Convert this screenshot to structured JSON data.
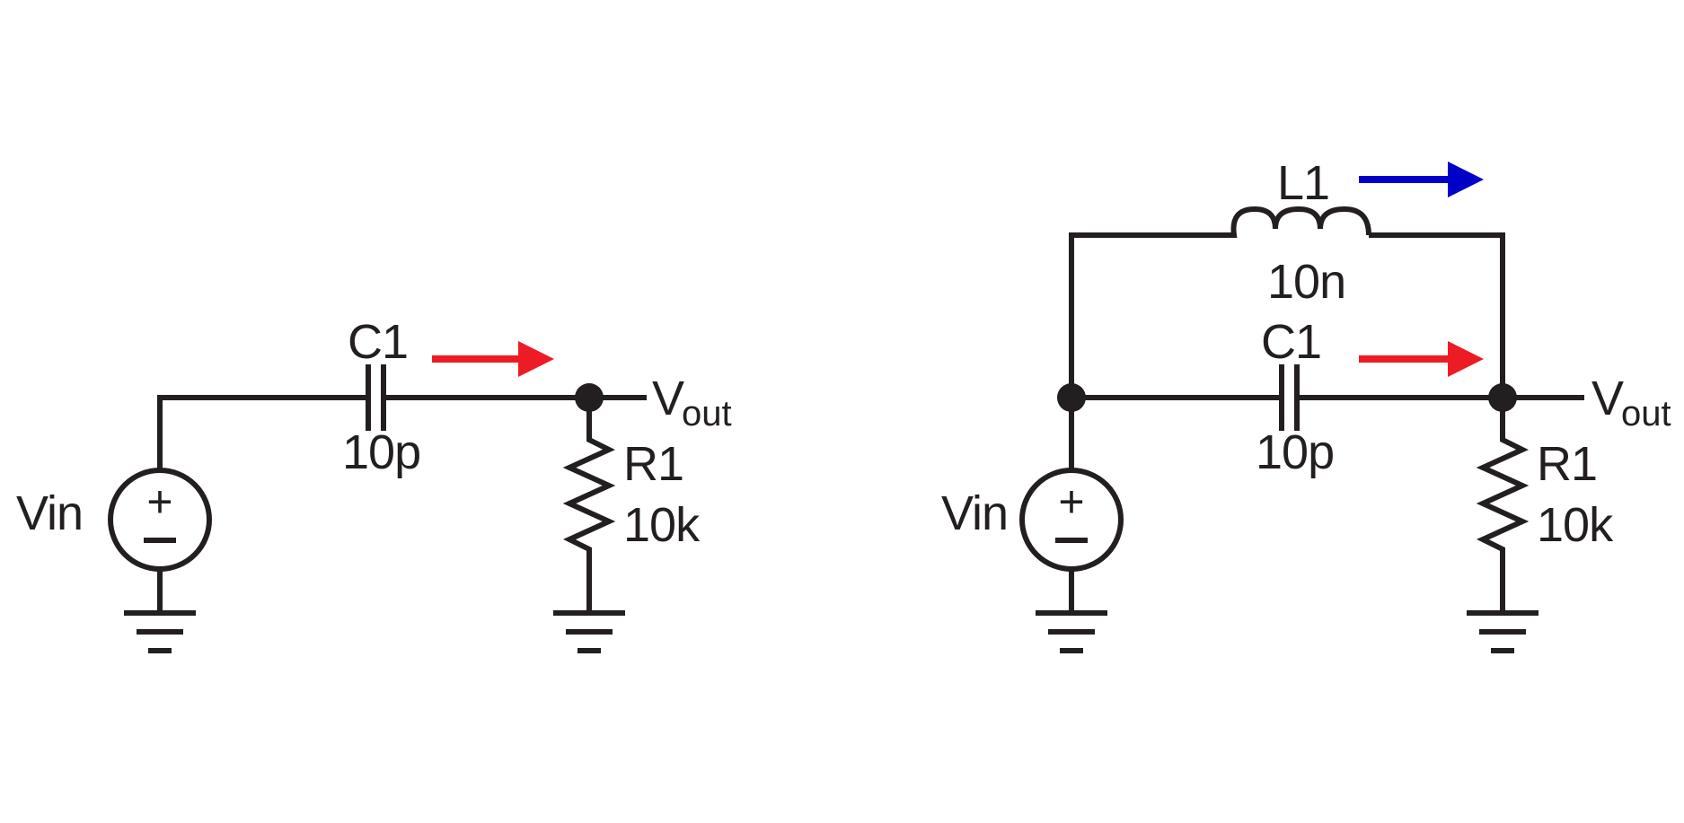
{
  "colors": {
    "wire": "#231f20",
    "arrow_capacitor_current": "#ed1c24",
    "arrow_inductor_current": "#0000c8",
    "background": "#ffffff"
  },
  "left_circuit": {
    "source_label": "Vin",
    "source_plus": "+",
    "source_minus": "−",
    "capacitor_name": "C1",
    "capacitor_value": "10p",
    "resistor_name": "R1",
    "resistor_value": "10k",
    "output_label_main": "V",
    "output_label_sub": "out"
  },
  "right_circuit": {
    "source_label": "Vin",
    "source_plus": "+",
    "source_minus": "−",
    "inductor_name": "L1",
    "inductor_value": "10n",
    "capacitor_name": "C1",
    "capacitor_value": "10p",
    "resistor_name": "R1",
    "resistor_value": "10k",
    "output_label_main": "V",
    "output_label_sub": "out"
  }
}
